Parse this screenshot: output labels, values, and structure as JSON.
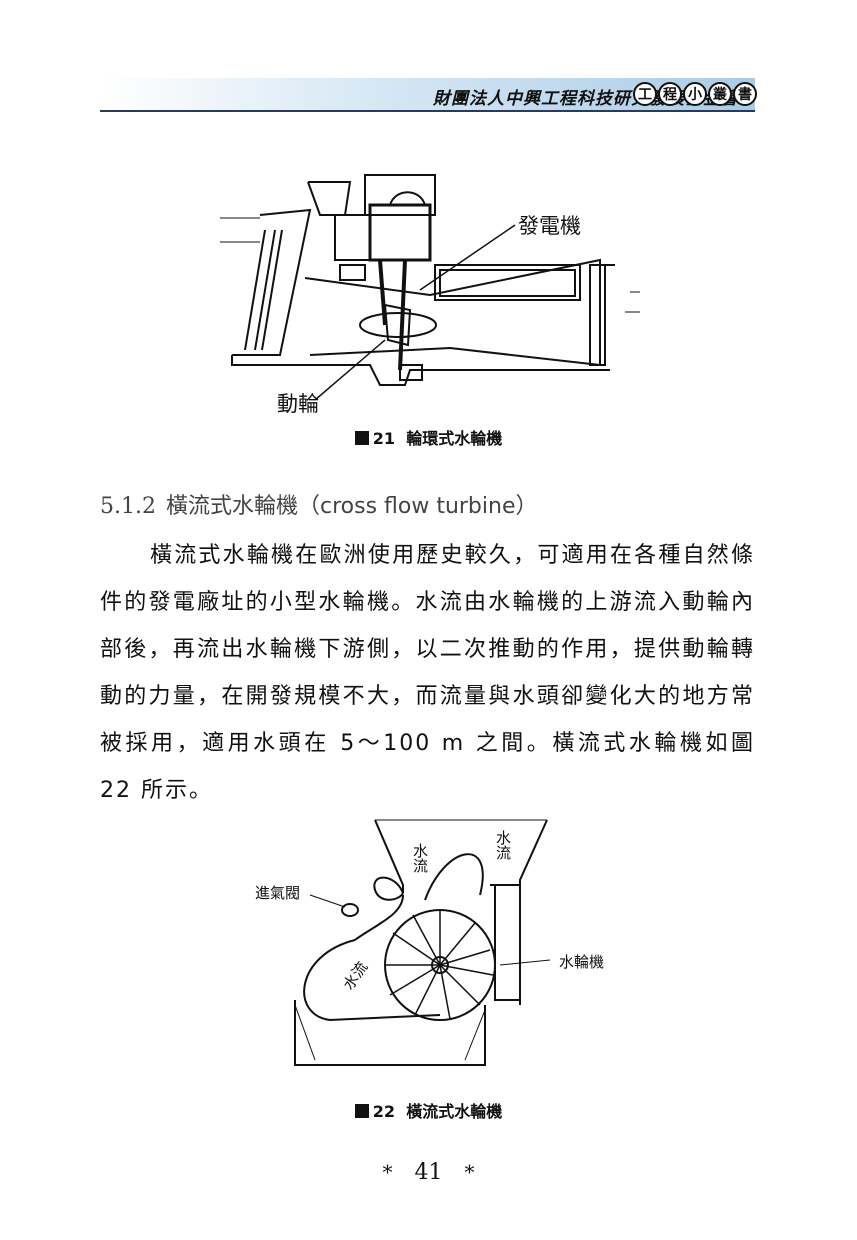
{
  "header": {
    "foundation": "財團法人中興工程科技研究發展基金會",
    "series": [
      "工",
      "程",
      "小",
      "叢",
      "書"
    ]
  },
  "figure21": {
    "label_generator": "發電機",
    "label_runner": "動輪",
    "caption_number": "21",
    "caption_title": "輪環式水輪機"
  },
  "section": {
    "number": "5.1.2",
    "title": "橫流式水輪機（cross flow turbine）"
  },
  "body": {
    "paragraph": "橫流式水輪機在歐洲使用歷史較久，可適用在各種自然條件的發電廠址的小型水輪機。水流由水輪機的上游流入動輪內部後，再流出水輪機下游側，以二次推動的作用，提供動輪轉動的力量，在開發規模不大，而流量與水頭卻變化大的地方常被採用，適用水頭在 5～100 m 之間。橫流式水輪機如圖 22 所示。"
  },
  "figure22": {
    "label_air_valve": "進氣閥",
    "label_water_flow_1": "水流",
    "label_water_flow_2": "水流",
    "label_water_flow_3": "水流",
    "label_turbine": "水輪機",
    "caption_number": "22",
    "caption_title": "橫流式水輪機"
  },
  "footer": {
    "page_number": "41",
    "star_left": "*",
    "star_right": "*"
  }
}
